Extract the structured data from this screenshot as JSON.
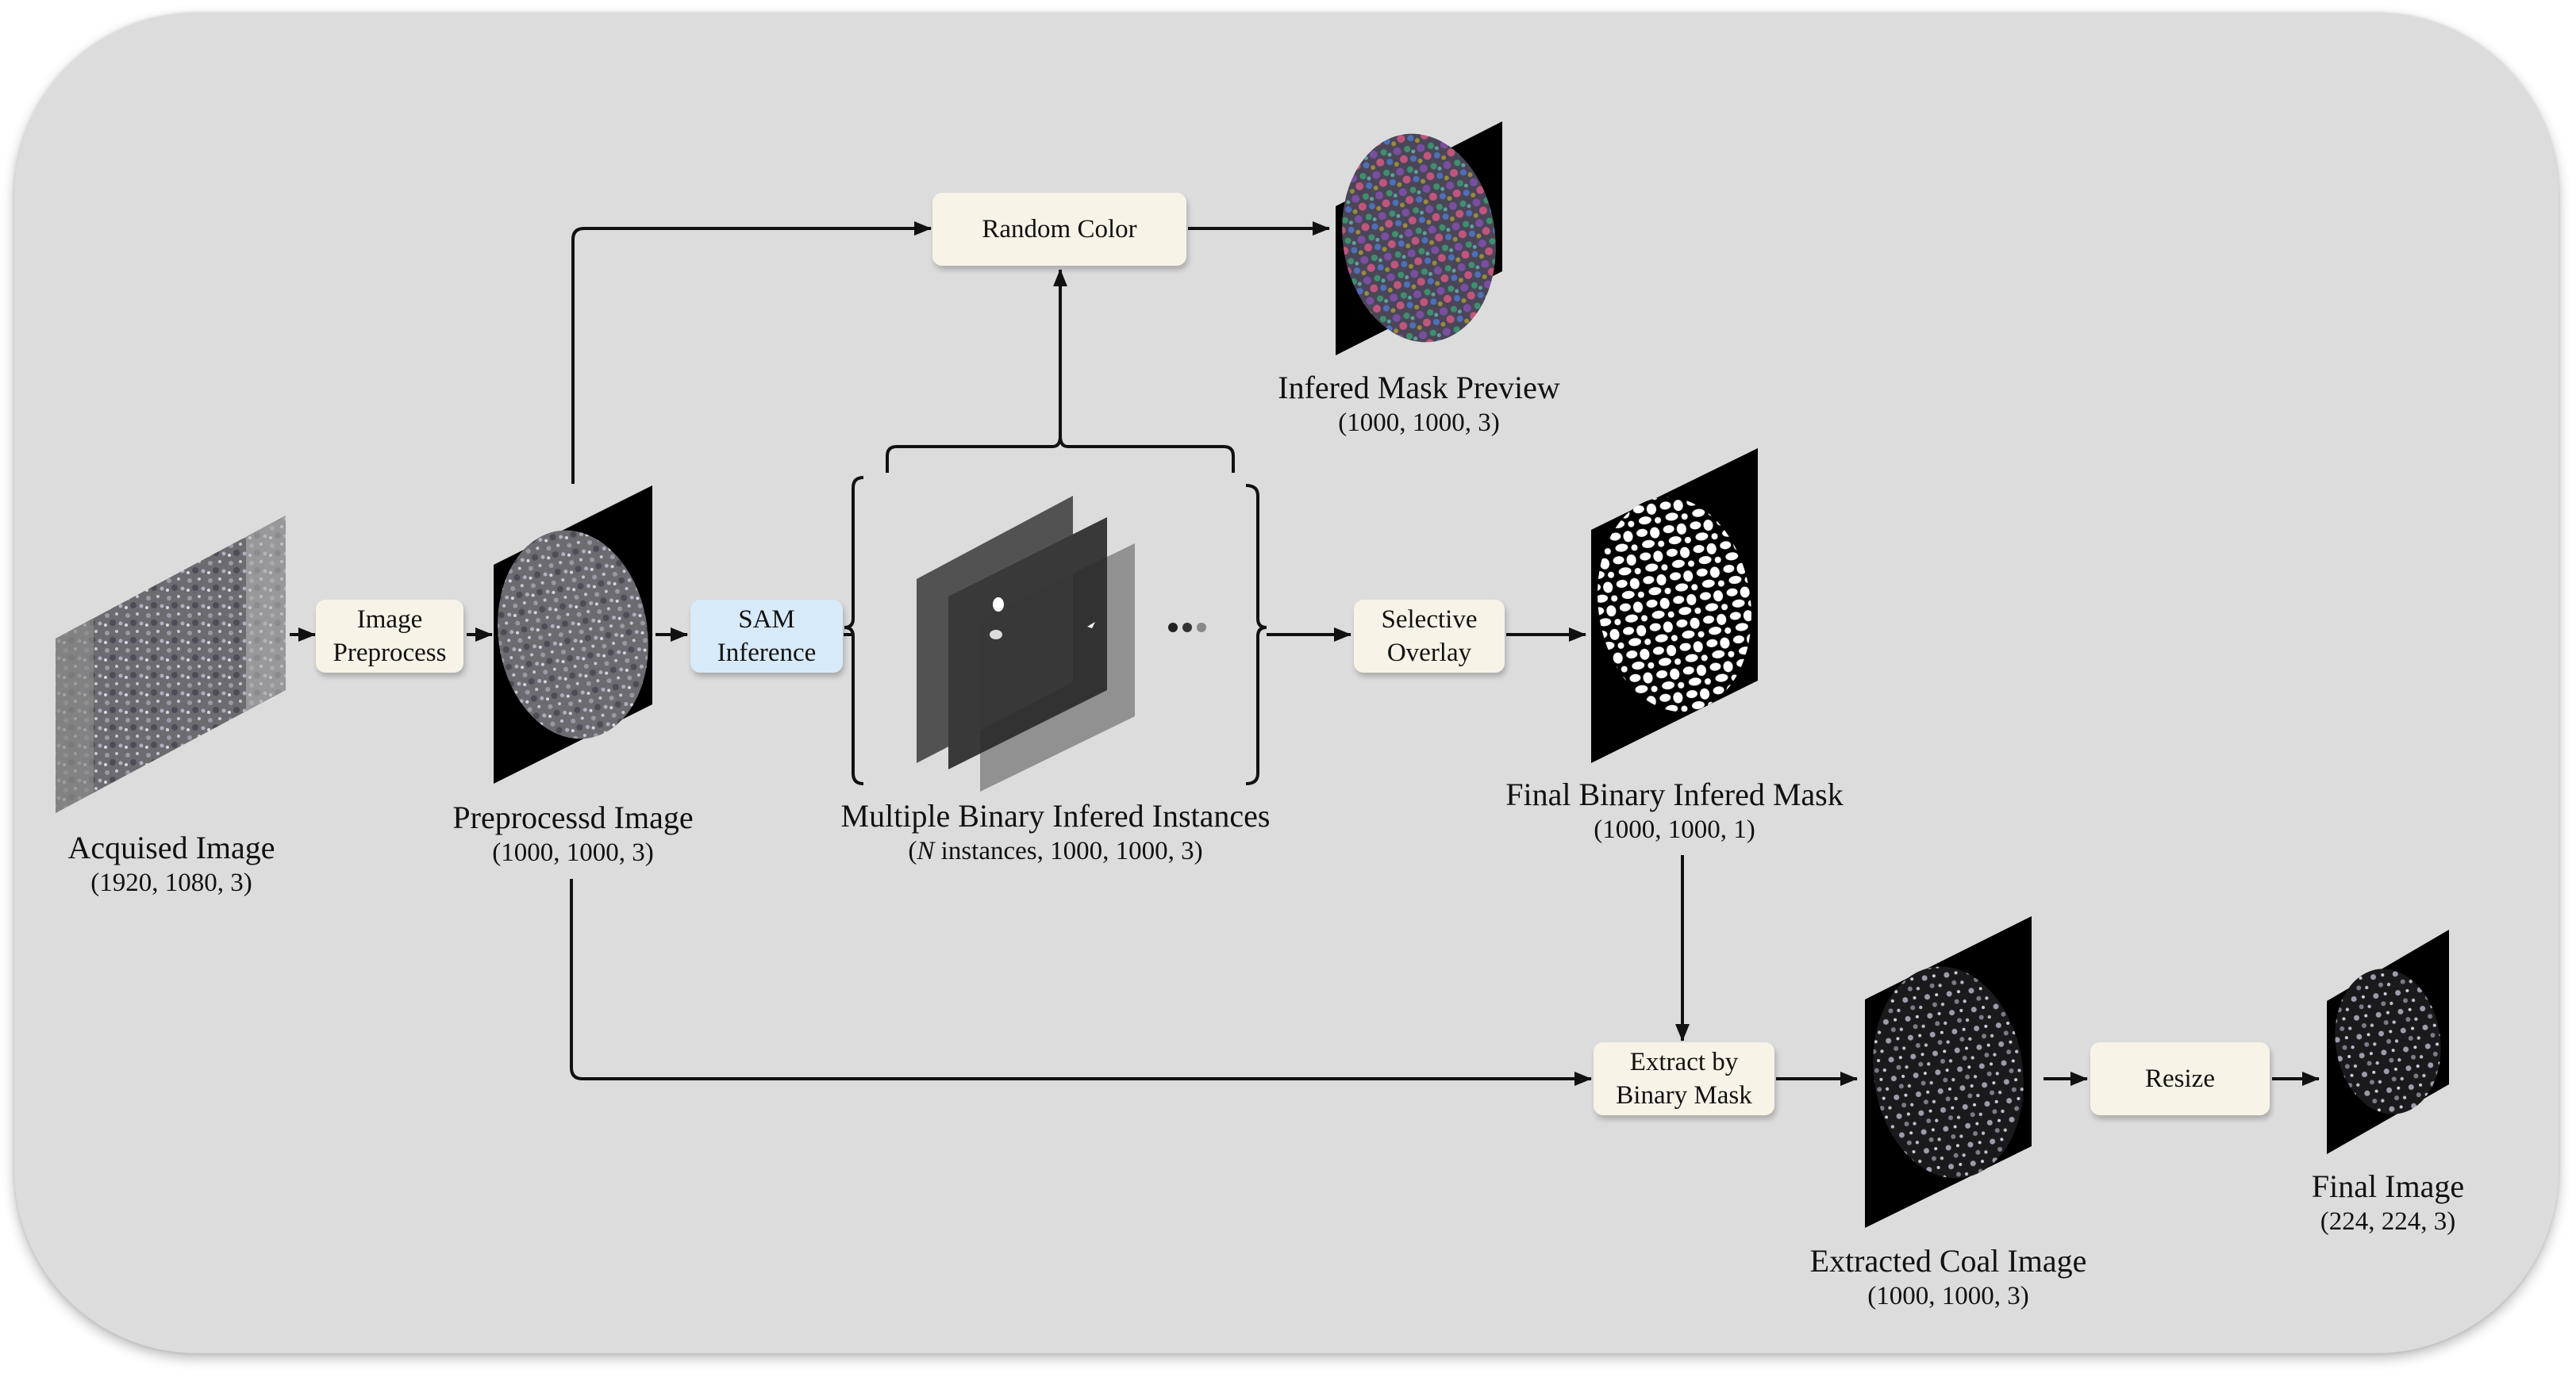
{
  "colors": {
    "panel": "#dcdcdc",
    "process_box": "#f8f3e7",
    "sam_box": "#d7eaf9",
    "arrow": "#111111",
    "coal_grey": "#6d6d72",
    "preview_colors": [
      "#7a4fa0",
      "#3f8f6f",
      "#c0567d",
      "#4f6fb8",
      "#9a8a3a",
      "#5fa0a0"
    ]
  },
  "boxes": {
    "image_preprocess": "Image\nPreprocess",
    "sam_inference": "SAM\nInference",
    "random_color": "Random Color",
    "selective_overlay": "Selective\nOverlay",
    "extract_by_binary_mask": "Extract by\nBinary Mask",
    "resize": "Resize"
  },
  "labels": {
    "acquised": {
      "title": "Acquised Image",
      "shape": "(1920, 1080, 3)"
    },
    "preprocessed": {
      "title": "Preprocessd Image",
      "shape": "(1000, 1000, 3)"
    },
    "instances": {
      "title": "Multiple Binary Infered Instances",
      "shape_var": "N",
      "shape_rest": " instances, 1000, 1000, 3)",
      "shape_open": "("
    },
    "mask_preview": {
      "title": "Infered Mask Preview",
      "shape": "(1000, 1000, 3)"
    },
    "final_binary": {
      "title": "Final Binary Infered Mask",
      "shape": "(1000, 1000, 1)"
    },
    "extracted": {
      "title": "Extracted Coal Image",
      "shape": "(1000, 1000, 3)"
    },
    "final_image": {
      "title": "Final Image",
      "shape": "(224, 224, 3)"
    }
  }
}
